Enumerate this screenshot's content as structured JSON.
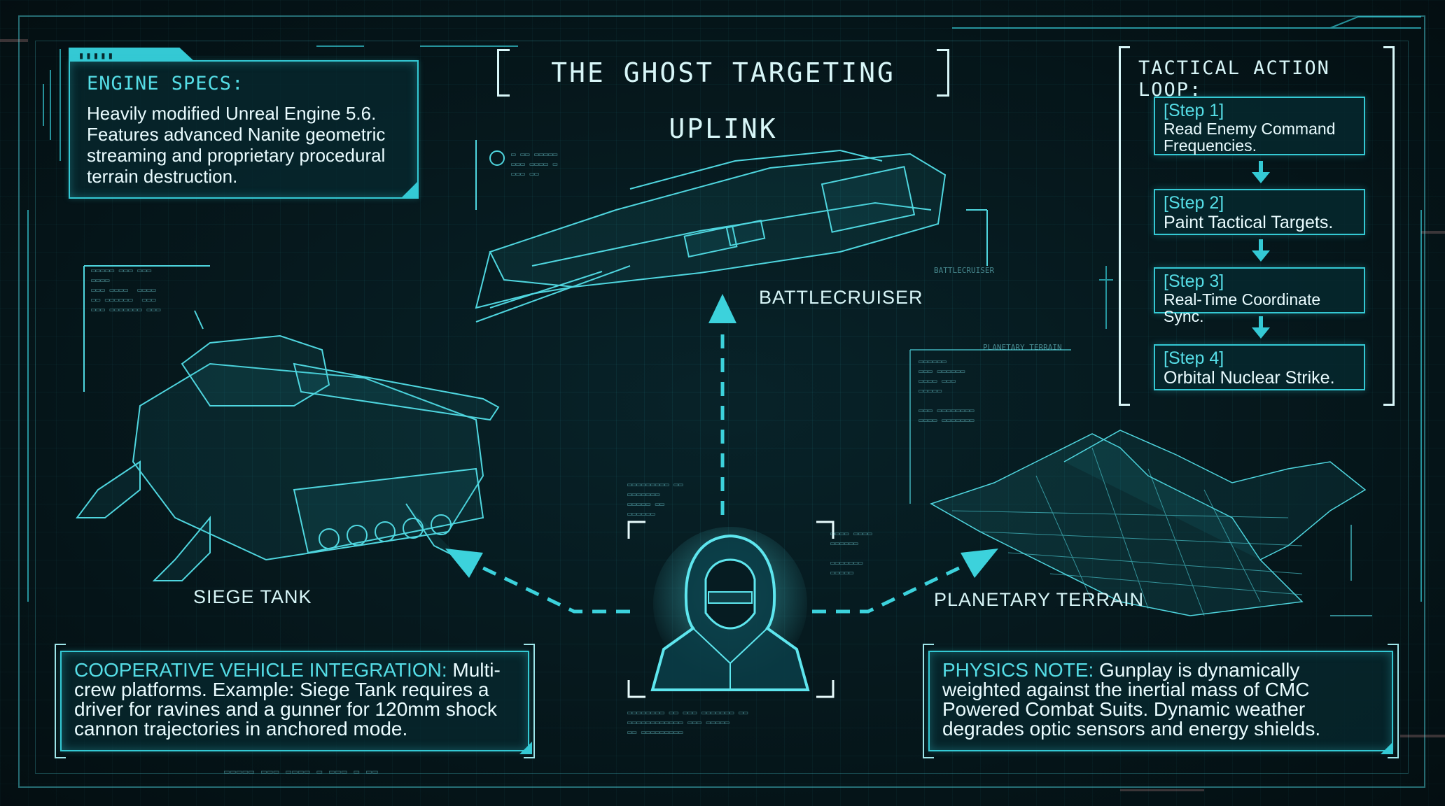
{
  "title": "THE GHOST TARGETING UPLINK",
  "engine_specs": {
    "heading": "ENGINE SPECS:",
    "body": "Heavily modified Unreal Engine 5.6. Features advanced Nanite geometric streaming and proprietary procedural terrain destruction."
  },
  "tactical_loop": {
    "heading": "TACTICAL ACTION LOOP:",
    "steps": [
      {
        "label": "[Step 1]",
        "text": "Read Enemy Command Frequencies."
      },
      {
        "label": "[Step 2]",
        "text": "Paint Tactical Targets."
      },
      {
        "label": "[Step 3]",
        "text": "Real-Time Coordinate Sync."
      },
      {
        "label": "[Step 4]",
        "text": "Orbital Nuclear Strike."
      }
    ]
  },
  "units": {
    "battlecruiser": "BATTLECRUISER",
    "siege_tank": "SIEGE TANK",
    "planetary_terrain": "PLANETARY TERRAIN",
    "terrain_small_label": "PLANETARY TERRAIN",
    "cruiser_small_label": "BATTLECRUISER"
  },
  "cooperative": {
    "key": "COOPERATIVE VEHICLE INTEGRATION:",
    "text": " Multi-crew platforms. Example: Siege Tank requires a driver for ravines and a gunner for 120mm shock cannon trajectories in anchored mode."
  },
  "physics": {
    "key": "PHYSICS NOTE:",
    "text": " Gunplay is dynamically weighted against the inertial mass of CMC Powered Combat Suits. Dynamic weather degrades optic sensors and energy shields."
  },
  "colors": {
    "accent": "#34c9d4",
    "highlight": "#55dde6",
    "background": "#071a1f",
    "text": "#eafcff"
  },
  "icons": [
    "hooded-operator-icon",
    "arrow-up-icon",
    "arrow-left-icon",
    "arrow-right-icon",
    "arrow-down-icon"
  ]
}
